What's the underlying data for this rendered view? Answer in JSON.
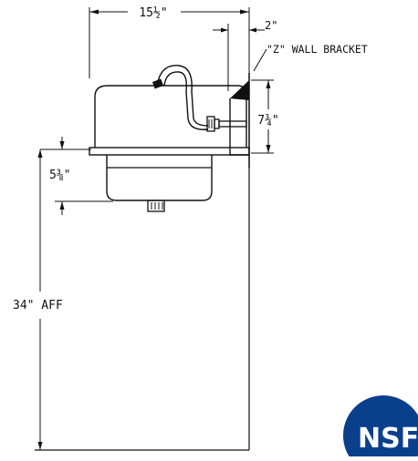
{
  "dimensions": {
    "width_label": "15½\"",
    "depth_label": "2\"",
    "bracket_label": "\"Z\" WALL BRACKET",
    "backsplash_label": "7¾\"",
    "bowl_label": "5⅜\"",
    "floor_label": "34\" AFF"
  },
  "logo": {
    "text": "NSF",
    "color": "#0a3f8c"
  }
}
